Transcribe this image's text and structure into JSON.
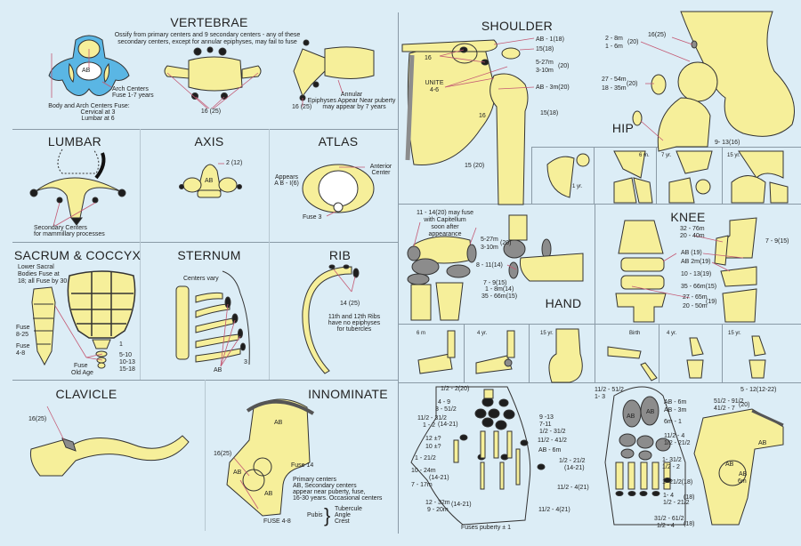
{
  "colors": {
    "background": "#dcedf6",
    "bone": "#f6ef9a",
    "center": "#1e1e1e",
    "cartilage": "#8c8c8c",
    "vertebra_blue": "#5ab6e4",
    "leader": "#c45a74"
  },
  "vertebrae": {
    "title": "VERTEBRAE",
    "subtitle1": "Ossify from primary centers and 9 secondary centers - any of these",
    "subtitle2": "secondary centers, except for annular epiphyses, may fail to fuse",
    "ab": "AB",
    "arch1": "Arch Centers",
    "arch2": "Fuse 1-7 years",
    "body1": "Body and Arch Centers Fuse:",
    "body2": "Cervical at 3",
    "body3": "Lumbar at 6",
    "mid_label": "16 (25)",
    "side_label": "16 (25)",
    "ann1": "Annular",
    "ann2": "Epiphyses Appear Near puberty",
    "ann3": "may appear by 7 years"
  },
  "lumbar": {
    "title": "LUMBAR",
    "note1": "Secondary Centers",
    "note2": "for mammillary processes"
  },
  "axis": {
    "title": "AXIS",
    "label": "2 (12)",
    "ab": "AB"
  },
  "atlas": {
    "title": "ATLAS",
    "ant1": "Anterior",
    "ant2": "Center",
    "app1": "Appears",
    "app2": "A B - I(6)",
    "fuse": "Fuse 3"
  },
  "sacrum": {
    "title": "SACRUM & COCCYX",
    "note1": "Lower Sacral",
    "note2": "Bodies Fuse at",
    "note3": "18; all Fuse by 30",
    "fuse1a": "Fuse",
    "fuse1b": "8-25",
    "fuse2a": "Fuse",
    "fuse2b": "4-8",
    "l1": "1",
    "l2": "5-10",
    "l3": "10-13",
    "l4": "15-18",
    "old1": "Fuse",
    "old2": "Old Age"
  },
  "sternum": {
    "title": "STERNUM",
    "vary": "Centers vary",
    "ab": "AB",
    "three": "3"
  },
  "rib": {
    "title": "RIB",
    "label": "14 (25)",
    "note1": "11th and 12th Ribs",
    "note2": "have no epiphyses",
    "note3": "for tubercles"
  },
  "clavicle": {
    "title": "CLAVICLE",
    "label": "16(25)"
  },
  "innominate": {
    "title": "INNOMINATE",
    "ab": "AB",
    "ab2": "AB",
    "ab3": "AB",
    "label": "16(25)",
    "fuse14": "Fuse 14",
    "fuse48": "FUSE 4-8",
    "p1": "Primary centers",
    "p2": "AB, Secondary centers",
    "p3": "appear near puberty, fuse,",
    "p4": "16-30 years. Occasional centers",
    "pubis": "Pubis",
    "tub": "Tubercule",
    "angle": "Angle",
    "crest": "Crest"
  },
  "shoulder": {
    "title": "SHOULDER",
    "l1": "AB - 1(18)",
    "l2": "15(18)",
    "l3a": "5-27m",
    "l3b": "3-10m",
    "l3c": "(20)",
    "l4": "AB - 3m(20)",
    "l5": "15(18)",
    "l6": "16",
    "unite1": "UNITE",
    "unite2": "4-6",
    "l7": "16",
    "l8": "15 (20)"
  },
  "hip": {
    "title": "HIP",
    "l1a": "2 - 8m",
    "l1b": "1 - 6m",
    "l1c": "(20)",
    "l2": "16(25)",
    "l3a": "27 - 54m",
    "l3b": "18 - 35m",
    "l3c": "(20)",
    "l4": "9- 13(16)",
    "ages": [
      "1 yr.",
      "6 m.",
      "7 yr.",
      "15 yr."
    ]
  },
  "elbow": {
    "title": "HAND",
    "l1a": "11 - 14(20) may fuse",
    "l1b": "with Capitellum",
    "l1c": "soon after",
    "l1d": "appearance",
    "l2a": "5-27m",
    "l2b": "3-10m",
    "l2c": "(20)",
    "l3": "8 - 11(14)",
    "l4a": "7 - 9(15)",
    "l4b": "1 - 8m(14)",
    "l4c": "35 - 66m(15)",
    "ages": [
      "6 m",
      "4 yr.",
      "15 yr."
    ]
  },
  "knee": {
    "title": "KNEE",
    "l1a": "32 - 76m",
    "l1b": "20 - 40m",
    "l2": "7 - 9(15)",
    "l3": "AB (19)",
    "l4": "AB 2m(19)",
    "l5": "10 - 13(19)",
    "l6": "35 - 66m(15)",
    "l7a": "27 - 65m",
    "l7b": "20 - 50m",
    "l7c": "(19)",
    "ages": [
      "Birth",
      "4 yr.",
      "15 yr."
    ]
  },
  "hand": {
    "l1": "1/2 - 2(20)",
    "l2a": "4 - 9",
    "l2b": "3 - 51/2",
    "l3a": "11/2 - 31/2",
    "l3b": "1 - 2",
    "l3c": "(14-21)",
    "l4a": "12 ±?",
    "l4b": "10 ±?",
    "l5": "1 - 21/2",
    "l6a": "10 - 24m",
    "l6b": "(14-21)",
    "l6c": "7 - 17m",
    "l7a": "12 - 32m",
    "l7b": "(14-21)",
    "l7c": "9 - 20m",
    "l8": "Fuses puberty ± 1",
    "r1a": "9 -13",
    "r1b": "7-11",
    "r2": "1/2 - 31/2",
    "r3": "11/2 - 41/2",
    "r4": "AB - 6m",
    "r5a": "1/2 - 21/2",
    "r5b": "(14-21)",
    "r6": "11/2 - 4(21)",
    "r7": "11/2 - 4(21)"
  },
  "foot": {
    "l1a": "11/2 - 51/2",
    "l1b": "1- 3",
    "ab1": "AB",
    "ab2": "AB",
    "r1": "AB - 6m",
    "r2": "AB - 3m",
    "r3": "6m - 1",
    "r4a": "11/2 - 4",
    "r4b": "1/2 - 21/2",
    "r5a": "1- 31/2",
    "r5b": "1/2 - 2",
    "r6": "1- 21/2(18)",
    "r7a": "1- 4",
    "r7b": "1/2 - 21/2",
    "r7c": "(18)",
    "r8a": "31/2 - 61/2",
    "r8b": "1/2 - 4",
    "r8c": "(18)"
  },
  "ankle": {
    "l1": "5 - 12(12-22)",
    "l2a": "51/2 - 91/2",
    "l2b": "41/2 - 7",
    "l2c": "(20)",
    "ab1": "AB",
    "ab2": "AB",
    "ab3": "AB",
    "ab3b": "6m"
  }
}
